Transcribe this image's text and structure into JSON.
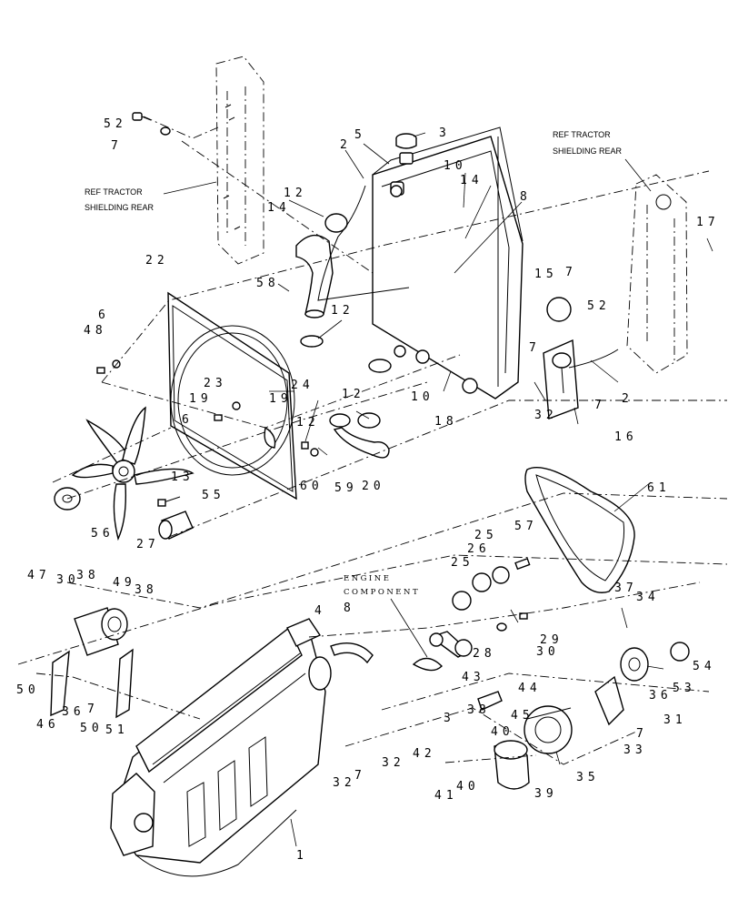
{
  "notes": {
    "ref_left_line1": "REF TRACTOR",
    "ref_left_line2": "SHIELDING REAR",
    "ref_right_line1": "REF TRACTOR",
    "ref_right_line2": "SHIELDING REAR",
    "engine_line1": "ENGINE",
    "engine_line2": "COMPONENT"
  },
  "callouts": [
    {
      "id": "c52a",
      "label": "52"
    },
    {
      "id": "c7a",
      "label": "7"
    },
    {
      "id": "c3",
      "label": "3"
    },
    {
      "id": "c2a",
      "label": "2"
    },
    {
      "id": "c5",
      "label": "5"
    },
    {
      "id": "c10a",
      "label": "10"
    },
    {
      "id": "c14a",
      "label": "14"
    },
    {
      "id": "c8a",
      "label": "8"
    },
    {
      "id": "c12a",
      "label": "12"
    },
    {
      "id": "c14b",
      "label": "14"
    },
    {
      "id": "c17",
      "label": "17"
    },
    {
      "id": "c22",
      "label": "22"
    },
    {
      "id": "c58",
      "label": "58"
    },
    {
      "id": "c15",
      "label": "15"
    },
    {
      "id": "c7b",
      "label": "7"
    },
    {
      "id": "c52b",
      "label": "52"
    },
    {
      "id": "c12b",
      "label": "12"
    },
    {
      "id": "c6a",
      "label": "6"
    },
    {
      "id": "c48",
      "label": "48"
    },
    {
      "id": "c7c",
      "label": "7"
    },
    {
      "id": "c23",
      "label": "23"
    },
    {
      "id": "c24",
      "label": "24"
    },
    {
      "id": "c19a",
      "label": "19"
    },
    {
      "id": "c12c",
      "label": "12"
    },
    {
      "id": "c10b",
      "label": "10"
    },
    {
      "id": "c2b",
      "label": "2"
    },
    {
      "id": "c19b",
      "label": "19"
    },
    {
      "id": "c7d",
      "label": "7"
    },
    {
      "id": "c6b",
      "label": "6"
    },
    {
      "id": "c18",
      "label": "18"
    },
    {
      "id": "c12d",
      "label": "12"
    },
    {
      "id": "c32a",
      "label": "32"
    },
    {
      "id": "c16",
      "label": "16"
    },
    {
      "id": "c60",
      "label": "60"
    },
    {
      "id": "c59",
      "label": "59"
    },
    {
      "id": "c20",
      "label": "20"
    },
    {
      "id": "c61",
      "label": "61"
    },
    {
      "id": "c13",
      "label": "13"
    },
    {
      "id": "c55",
      "label": "55"
    },
    {
      "id": "c56",
      "label": "56"
    },
    {
      "id": "c27",
      "label": "27"
    },
    {
      "id": "c25a",
      "label": "25"
    },
    {
      "id": "c26",
      "label": "26"
    },
    {
      "id": "c57",
      "label": "57"
    },
    {
      "id": "c25b",
      "label": "25"
    },
    {
      "id": "c47",
      "label": "47"
    },
    {
      "id": "c30a",
      "label": "30"
    },
    {
      "id": "c38a",
      "label": "38"
    },
    {
      "id": "c49",
      "label": "49"
    },
    {
      "id": "c38b",
      "label": "38"
    },
    {
      "id": "c4",
      "label": "4"
    },
    {
      "id": "c8b",
      "label": "8"
    },
    {
      "id": "c37a",
      "label": "37"
    },
    {
      "id": "c34",
      "label": "34"
    },
    {
      "id": "c29",
      "label": "29"
    },
    {
      "id": "c28",
      "label": "28"
    },
    {
      "id": "c30b",
      "label": "30"
    },
    {
      "id": "c54",
      "label": "54"
    },
    {
      "id": "c53",
      "label": "53"
    },
    {
      "id": "c50a",
      "label": "50"
    },
    {
      "id": "c46",
      "label": "46"
    },
    {
      "id": "c36a",
      "label": "36"
    },
    {
      "id": "c7e",
      "label": "7"
    },
    {
      "id": "c50b",
      "label": "50"
    },
    {
      "id": "c51",
      "label": "51"
    },
    {
      "id": "c43",
      "label": "43"
    },
    {
      "id": "c44",
      "label": "44"
    },
    {
      "id": "c45",
      "label": "45"
    },
    {
      "id": "c36b",
      "label": "36"
    },
    {
      "id": "c31",
      "label": "31"
    },
    {
      "id": "c38c",
      "label": "38"
    },
    {
      "id": "c3b",
      "label": "3"
    },
    {
      "id": "c42",
      "label": "42"
    },
    {
      "id": "c40a",
      "label": "40"
    },
    {
      "id": "c7f",
      "label": "7"
    },
    {
      "id": "c33",
      "label": "33"
    },
    {
      "id": "c32b",
      "label": "32"
    },
    {
      "id": "c7g",
      "label": "7"
    },
    {
      "id": "c32c",
      "label": "32"
    },
    {
      "id": "c41",
      "label": "41"
    },
    {
      "id": "c40b",
      "label": "40"
    },
    {
      "id": "c39",
      "label": "39"
    },
    {
      "id": "c35",
      "label": "35"
    },
    {
      "id": "c1",
      "label": "1"
    }
  ]
}
